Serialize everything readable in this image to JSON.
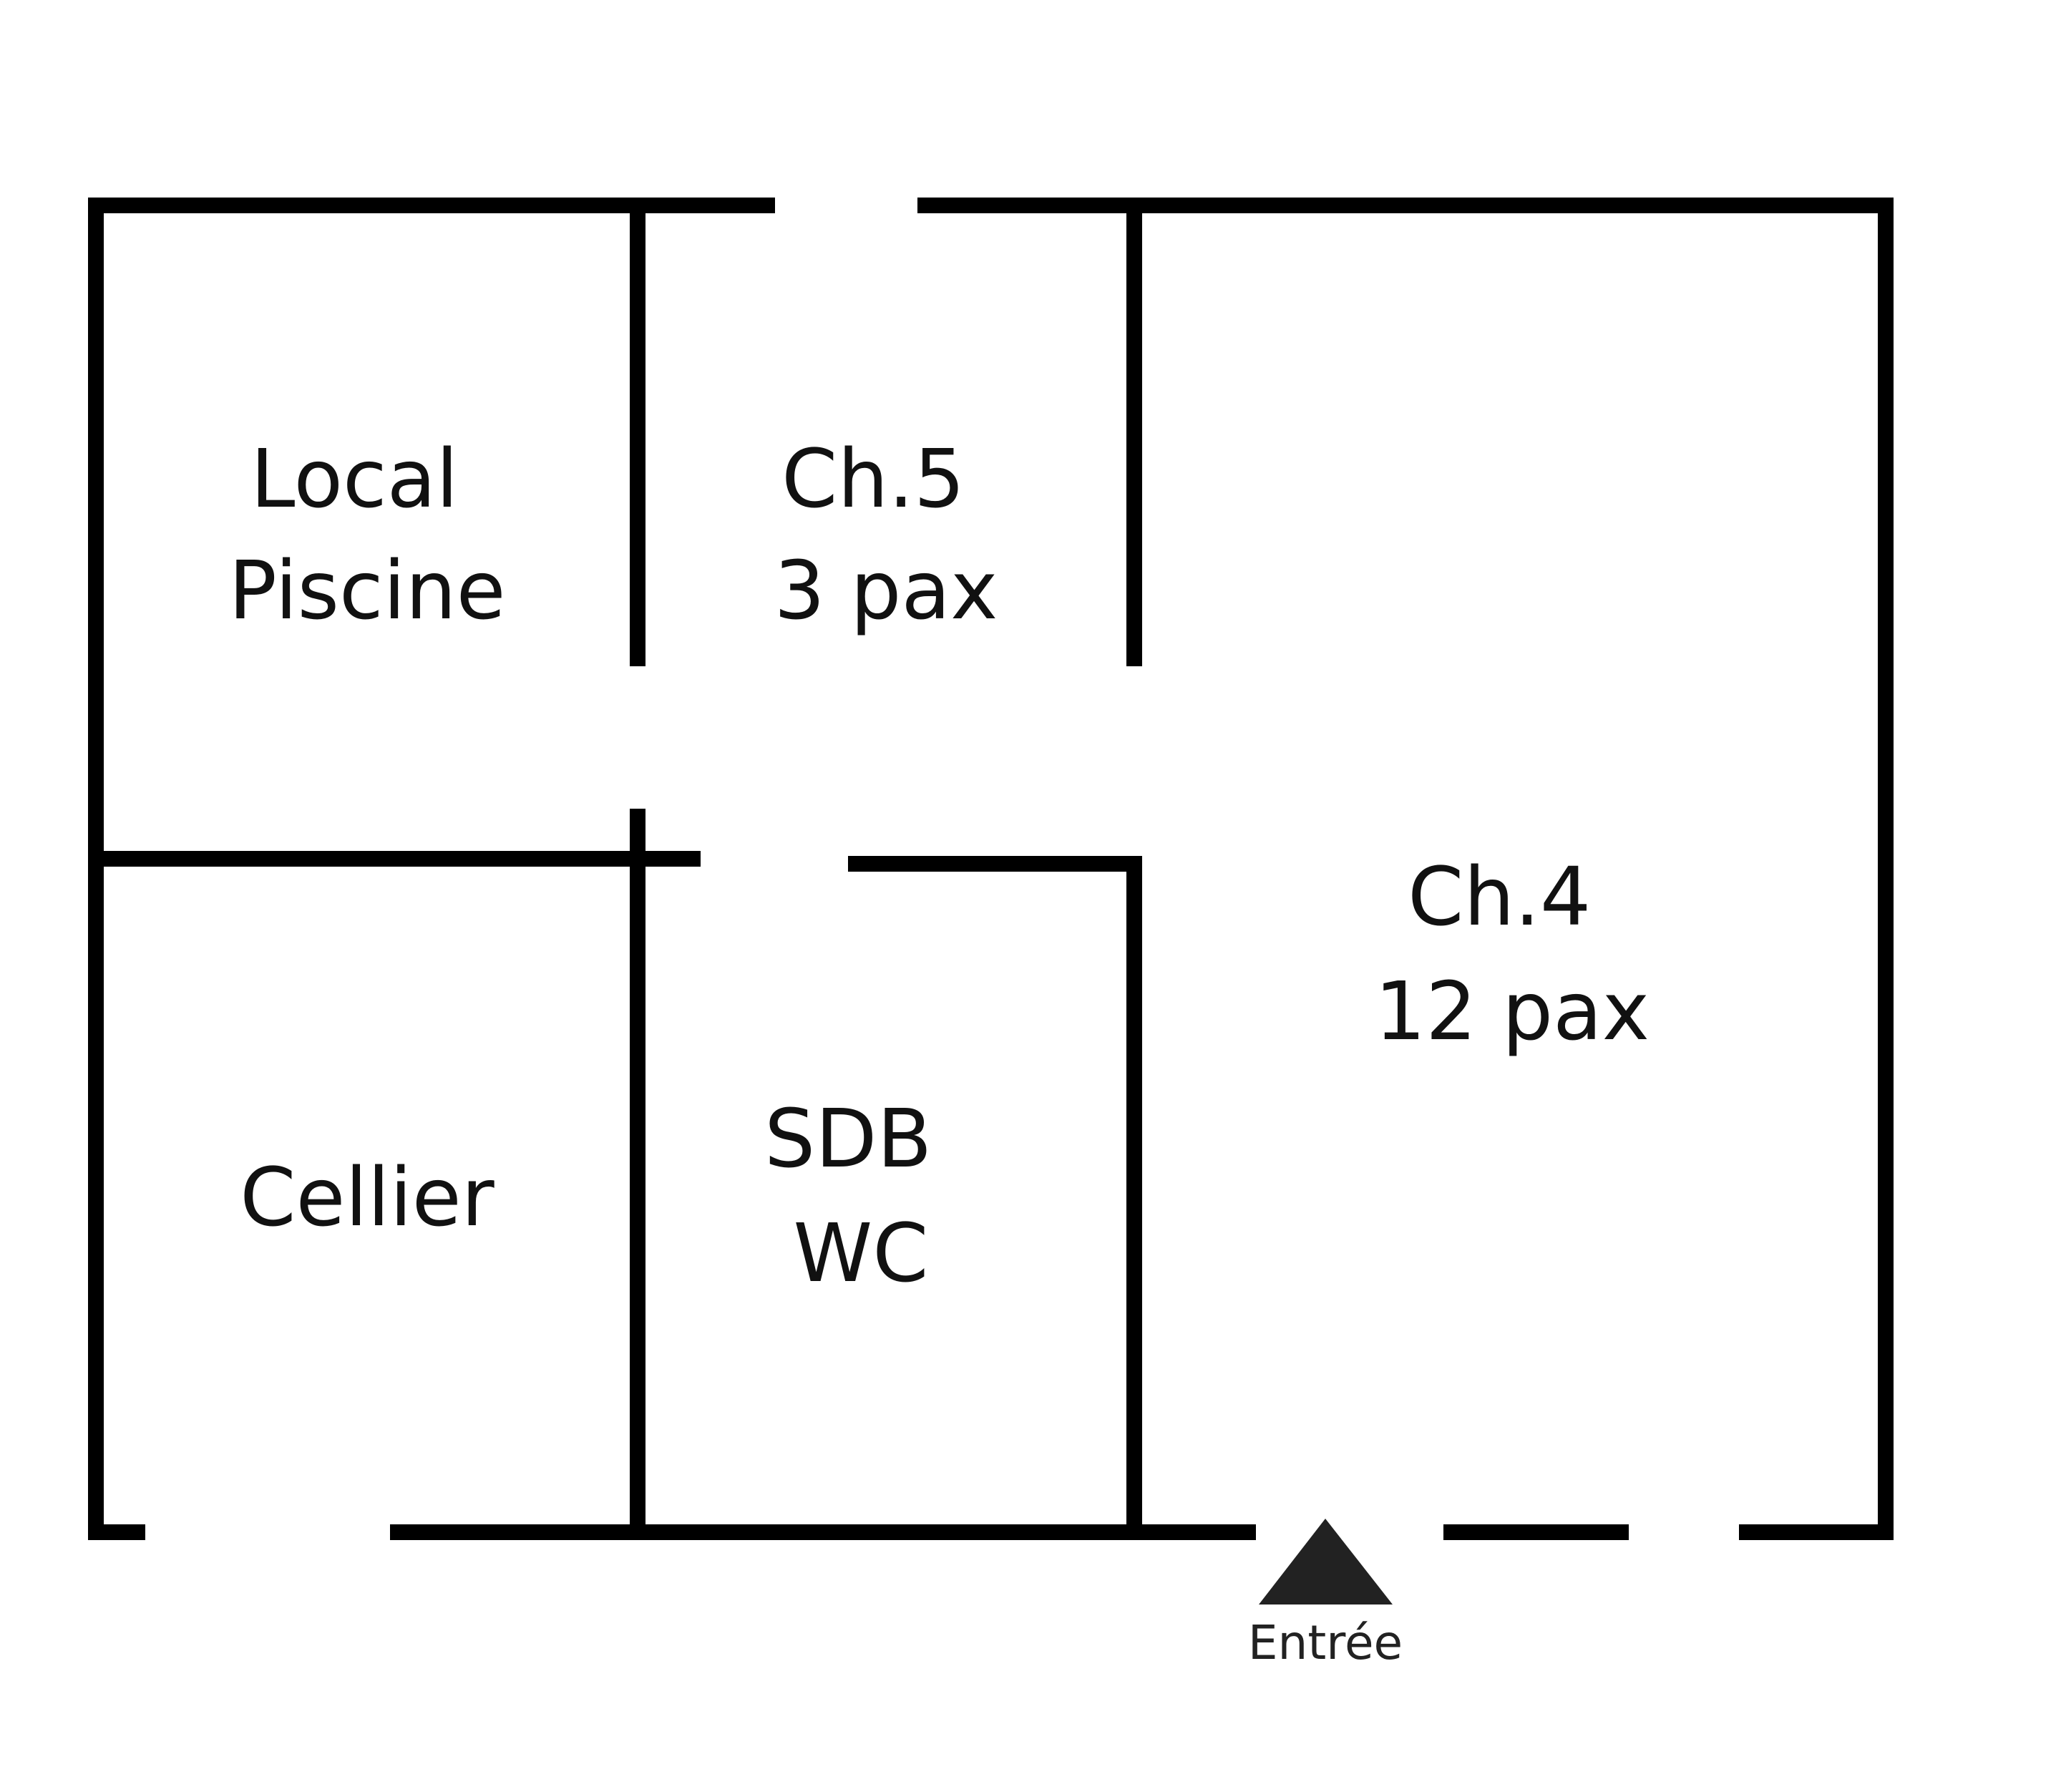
{
  "rooms": [
    {
      "id": "local-piscine",
      "lines": [
        "Local",
        "Piscine"
      ]
    },
    {
      "id": "ch5",
      "lines": [
        "Ch.5",
        "3 pax"
      ]
    },
    {
      "id": "ch4",
      "lines": [
        "Ch.4",
        "12 pax"
      ]
    },
    {
      "id": "cellier",
      "lines": [
        "Cellier"
      ]
    },
    {
      "id": "sdb-wc",
      "lines": [
        "SDB",
        "WC"
      ]
    }
  ],
  "entry": {
    "label": "Entrée",
    "marker_icon": "triangle-up-icon"
  },
  "colors": {
    "walls": "#000000",
    "text": "#111111",
    "background": "#ffffff"
  }
}
